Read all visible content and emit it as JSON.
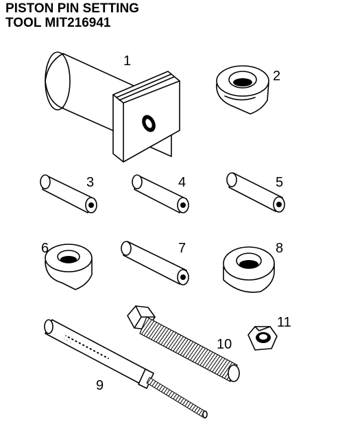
{
  "title": {
    "line1": "PISTON PIN SETTING",
    "line2": "TOOL MIT216941"
  },
  "callouts": [
    "1",
    "2",
    "3",
    "4",
    "5",
    "6",
    "7",
    "8",
    "9",
    "10",
    "11"
  ]
}
